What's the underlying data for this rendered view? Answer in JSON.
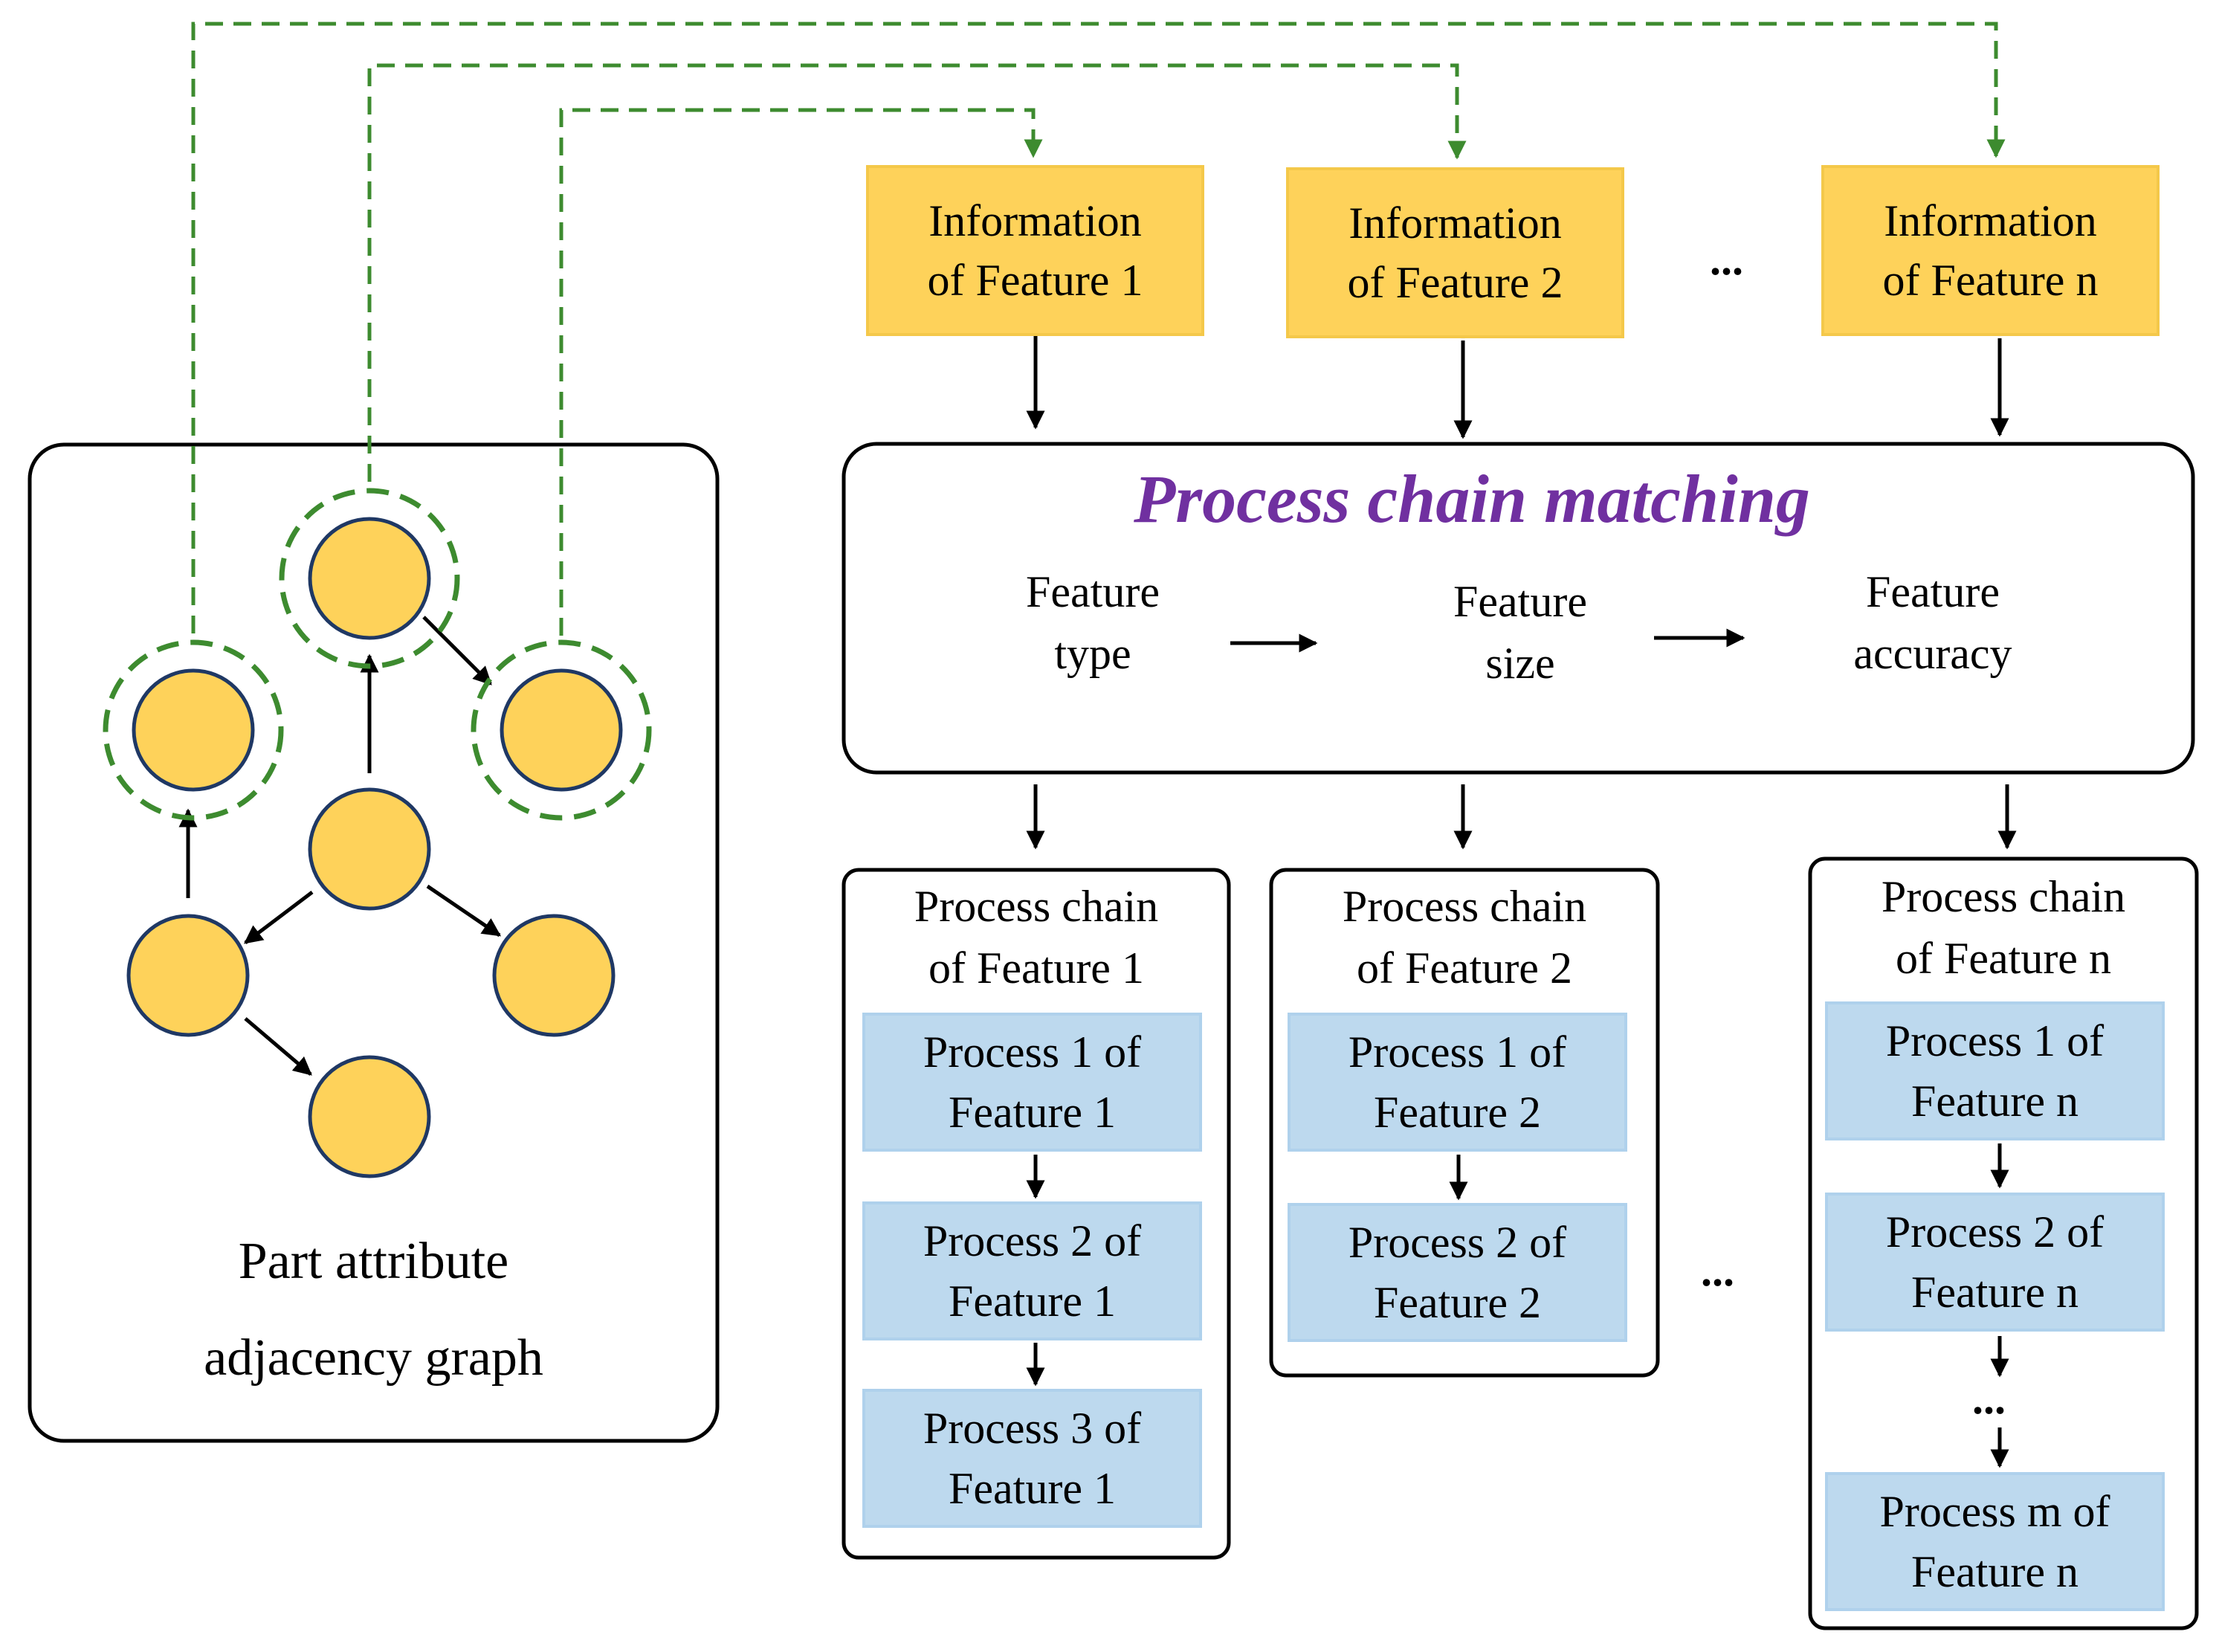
{
  "diagram": {
    "graph_caption": "Part attribute\nadjacency graph",
    "matching_title": "Process chain matching",
    "stages": [
      "Feature\ntype",
      "Feature\nsize",
      "Feature\naccuracy"
    ],
    "feature_info": [
      "Information\nof Feature 1",
      "Information\nof Feature 2",
      "Information\nof Feature n"
    ],
    "ellipsis": "...",
    "chain_headers": [
      "Process chain\nof Feature 1",
      "Process chain\nof Feature 2",
      "Process chain\nof Feature n"
    ],
    "chain_1": [
      "Process 1 of\nFeature 1",
      "Process 2 of\nFeature 1",
      "Process 3 of\nFeature 1"
    ],
    "chain_2": [
      "Process 1 of\nFeature 2",
      "Process 2 of\nFeature 2"
    ],
    "chain_n": [
      "Process 1 of\nFeature n",
      "Process 2 of\nFeature n",
      "Process m of\nFeature n"
    ],
    "colors": {
      "node_fill": "#FED25A",
      "node_stroke": "#1F3864",
      "highlight": "#3D8B2F",
      "info_fill": "#FED25A",
      "process_fill": "#BDD9EE",
      "title": "#7030A0"
    }
  }
}
